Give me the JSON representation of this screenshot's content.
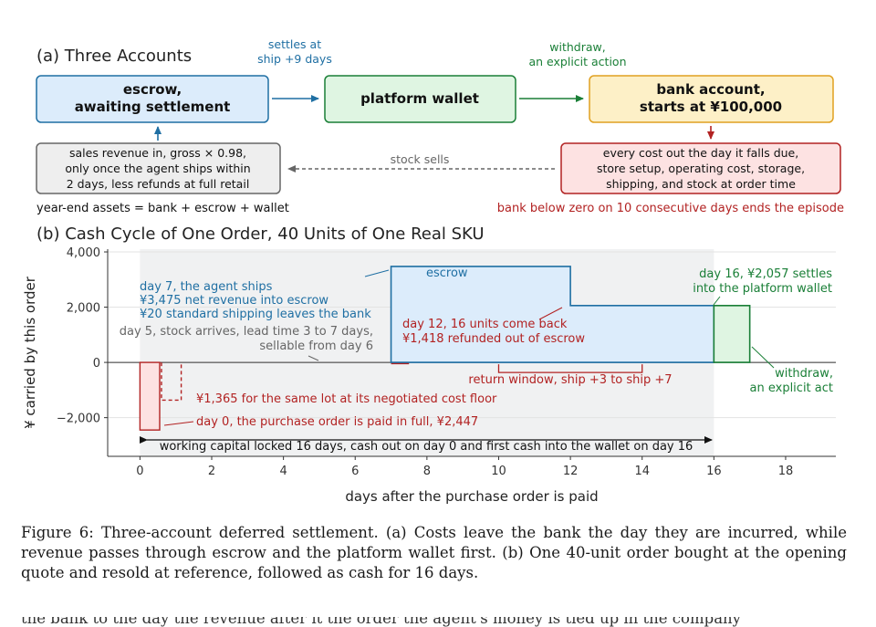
{
  "panel_a": {
    "title": "(a) Three Accounts",
    "boxes": {
      "escrow": [
        "escrow,",
        "awaiting settlement"
      ],
      "wallet": [
        "platform wallet"
      ],
      "bank": [
        "bank account,",
        "starts at ¥100,000"
      ],
      "sales": [
        "sales revenue in, gross × 0.98,",
        "only once the agent ships within",
        "2 days, less refunds at full retail"
      ],
      "costs": [
        "every cost out the day it falls due,",
        "store setup, operating cost, storage,",
        "shipping, and stock at order time"
      ]
    },
    "arrows": {
      "settles": [
        "settles at",
        "ship +9 days"
      ],
      "withdraw": [
        "withdraw,",
        "an explicit action"
      ],
      "stock_sells": "stock sells"
    },
    "notes": {
      "assets": "year-end assets = bank + escrow + wallet",
      "bank_rule": "bank below zero on 10 consecutive days ends the episode"
    }
  },
  "panel_b": {
    "title": "(b) Cash Cycle of One Order, 40 Units of One Real SKU",
    "annotations": {
      "ships": [
        "day 7, the agent ships",
        "¥3,475 net revenue into escrow",
        "¥20 standard shipping leaves the bank"
      ],
      "arrives": [
        "day 5, stock arrives, lead time 3 to 7 days,",
        "sellable from day 6"
      ],
      "escrow_label": "escrow",
      "returns": [
        "day 12, 16 units come back",
        "¥1,418 refunded out of escrow"
      ],
      "settles": [
        "day 16, ¥2,057 settles",
        "into the platform wallet"
      ],
      "withdraw": [
        "withdraw,",
        "an explicit act"
      ],
      "return_window": "return window, ship +3 to ship +7",
      "cost_floor": "¥1,365 for the same lot at its negotiated cost floor",
      "purchase": "day 0, the purchase order is paid in full, ¥2,447",
      "locked": "working capital locked 16 days, cash out on day 0 and first cash into the wallet on day 16"
    }
  },
  "colors": {
    "blue": "#1f6fa3",
    "green": "#1a7f37",
    "red": "#b22222",
    "orange": "#e0a020",
    "gray": "#666666"
  },
  "chart_data": {
    "type": "area",
    "xlabel": "days after the purchase order is paid",
    "ylabel": "¥ carried by this order",
    "xlim": [
      -0.9,
      19.4
    ],
    "ylim": [
      -3400,
      4100
    ],
    "xticks": [
      0,
      2,
      4,
      6,
      8,
      10,
      12,
      14,
      16,
      18
    ],
    "yticks": [
      -2000,
      0,
      2000,
      4000
    ],
    "xtick_labels": [
      "0",
      "2",
      "4",
      "6",
      "8",
      "10",
      "12",
      "14",
      "16",
      "18"
    ],
    "ytick_labels": [
      "−2,000",
      "0",
      "2,000",
      "4,000"
    ],
    "grid": true,
    "shaded_span": [
      0,
      16
    ],
    "series": [
      {
        "name": "",
        "color": "#b22222",
        "steps": [
          [
            0,
            -2447
          ],
          [
            0.55,
            0
          ]
        ]
      },
      {
        "name": "",
        "color": "#b22222",
        "steps": [
          [
            0.6,
            -1365
          ],
          [
            1.15,
            0
          ]
        ],
        "style": "dashed"
      },
      {
        "name": "",
        "color": "#b22222",
        "steps": [
          [
            7,
            -20
          ],
          [
            7.5,
            0
          ]
        ]
      },
      {
        "name": "escrow",
        "color": "#1f6fa3",
        "steps": [
          [
            7,
            3475
          ],
          [
            12,
            2057
          ],
          [
            16,
            0
          ]
        ]
      },
      {
        "name": "",
        "color": "#1a7f37",
        "steps": [
          [
            16,
            2057
          ],
          [
            17,
            0
          ]
        ]
      }
    ],
    "return_window": [
      10,
      14
    ]
  }
}
